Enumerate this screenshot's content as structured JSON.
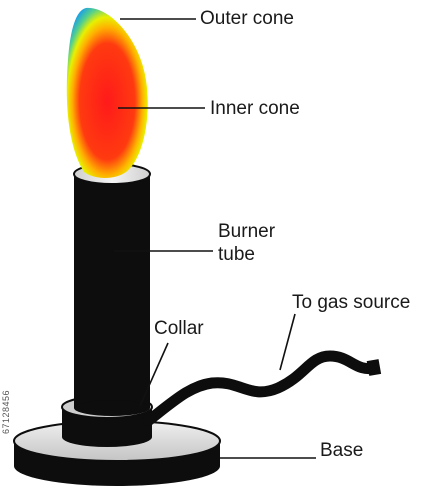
{
  "labels": {
    "outer_cone": "Outer cone",
    "inner_cone": "Inner cone",
    "burner_tube_line1": "Burner",
    "burner_tube_line2": "tube",
    "gas_source": "To gas source",
    "collar": "Collar",
    "base": "Base"
  },
  "watermark_id": "67128456",
  "colors": {
    "burner": "#0d0d0d",
    "base_top": "#d9d9d9",
    "flame_core": "#ff1a1a",
    "flame_mid": "#ffdd00",
    "flame_edge": "#22a7e0",
    "leader_line": "#111111"
  }
}
